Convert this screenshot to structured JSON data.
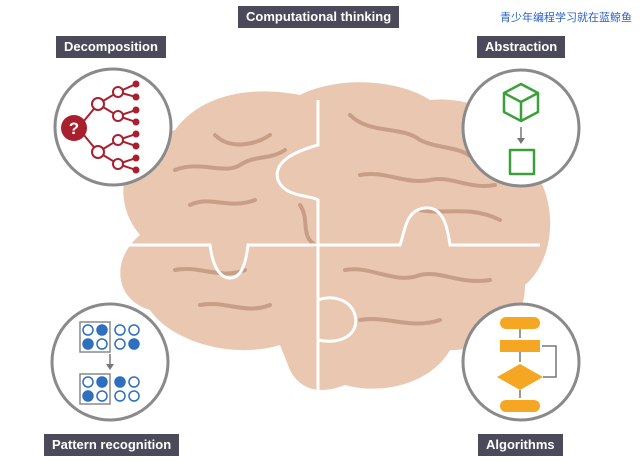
{
  "title": "Computational thinking",
  "watermark": "青少年编程学习就在蓝鲸鱼",
  "concepts": {
    "decomposition": "Decomposition",
    "abstraction": "Abstraction",
    "pattern_recognition": "Pattern recognition",
    "algorithms": "Algorithms"
  },
  "icons": {
    "decomposition": "question-tree-icon",
    "abstraction": "cube-to-square-icon",
    "pattern_recognition": "dot-grid-pattern-icon",
    "algorithms": "flowchart-icon"
  },
  "colors": {
    "brain": "#e9c7b0",
    "brain_folds": "#c99e86",
    "label_bg": "#4a4a5a",
    "decomposition": "#a8202e",
    "abstraction": "#3aa03a",
    "pattern": "#2e6fbf",
    "algorithms": "#f5a623",
    "circle_border": "#8a8a8a"
  }
}
